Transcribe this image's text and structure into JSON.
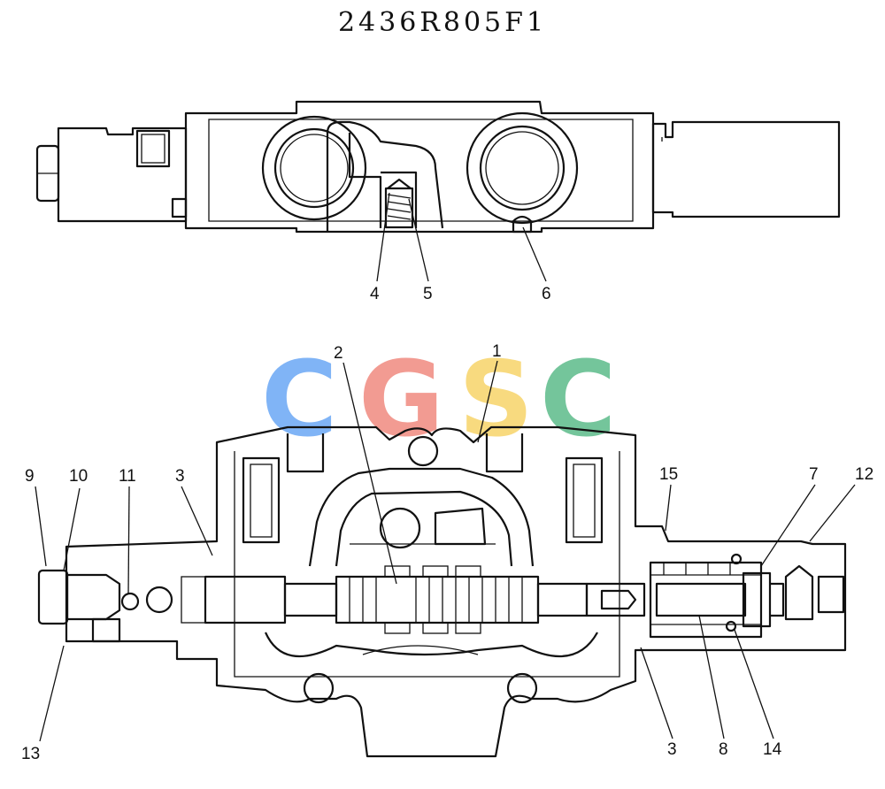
{
  "drawing": {
    "part_number": "2436R805F1"
  },
  "watermark": {
    "letters": [
      {
        "char": "C",
        "color": "#6aa7f5"
      },
      {
        "char": "G",
        "color": "#f08a80"
      },
      {
        "char": "S",
        "color": "#f7d469"
      },
      {
        "char": "C",
        "color": "#5cbb8a"
      }
    ]
  },
  "callouts": {
    "top_view": [
      "4",
      "5",
      "6"
    ],
    "section_view": [
      "1",
      "2",
      "3",
      "9",
      "10",
      "11",
      "15",
      "7",
      "12",
      "13",
      "3",
      "8",
      "14"
    ]
  }
}
